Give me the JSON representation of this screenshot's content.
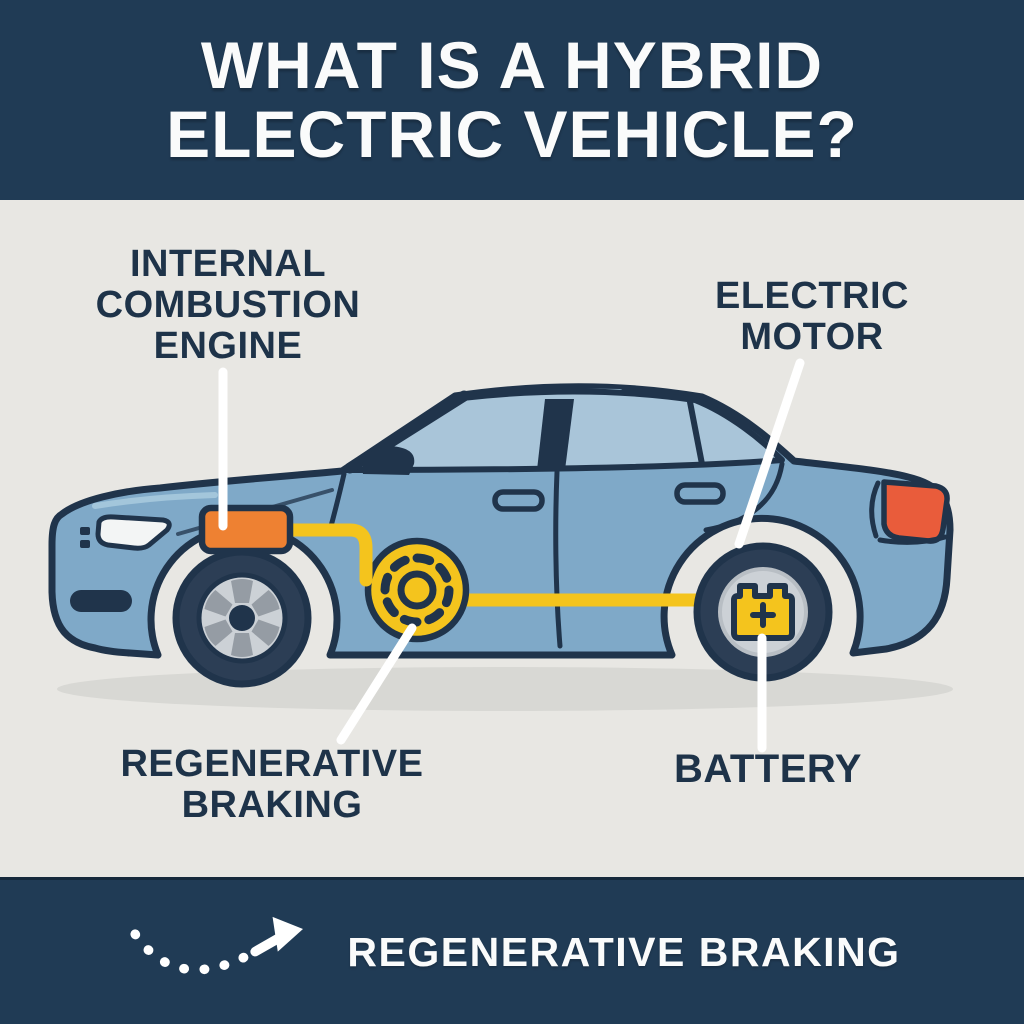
{
  "header": {
    "title_line1": "WHAT IS A HYBRID",
    "title_line2": "ELECTRIC VEHICLE?"
  },
  "diagram": {
    "labels": {
      "engine": {
        "line1": "INTERNAL",
        "line2": "COMBUSTION",
        "line3": "ENGINE"
      },
      "electric_motor": {
        "line1": "ELECTRIC",
        "line2": "MOTOR"
      },
      "regenerative_braking": {
        "line1": "REGENERATIVE",
        "line2": "BRAKING"
      },
      "battery": {
        "line1": "BATTERY"
      }
    }
  },
  "footer": {
    "legend": "REGENERATIVE BRAKING"
  },
  "colors": {
    "banner_navy": "#203b55",
    "background_gray": "#e8e7e3",
    "label_navy": "#1e3349",
    "outline_navy": "#20344b",
    "car_body_blue": "#7fa9c8",
    "car_highlight_blue": "#a3c6db",
    "window_blue": "#a9c5d9",
    "accent_yellow": "#f4c41d",
    "engine_orange": "#ee8132",
    "taillight_orange": "#e95c3b",
    "tire_navy": "#2c3e55",
    "alloy_gray": "#ccd1d6",
    "spoke_gray": "#959ca4",
    "shadow_gray": "#d8d8d4",
    "leader_line_white": "#ffffff",
    "title_white": "#fafbfb"
  }
}
